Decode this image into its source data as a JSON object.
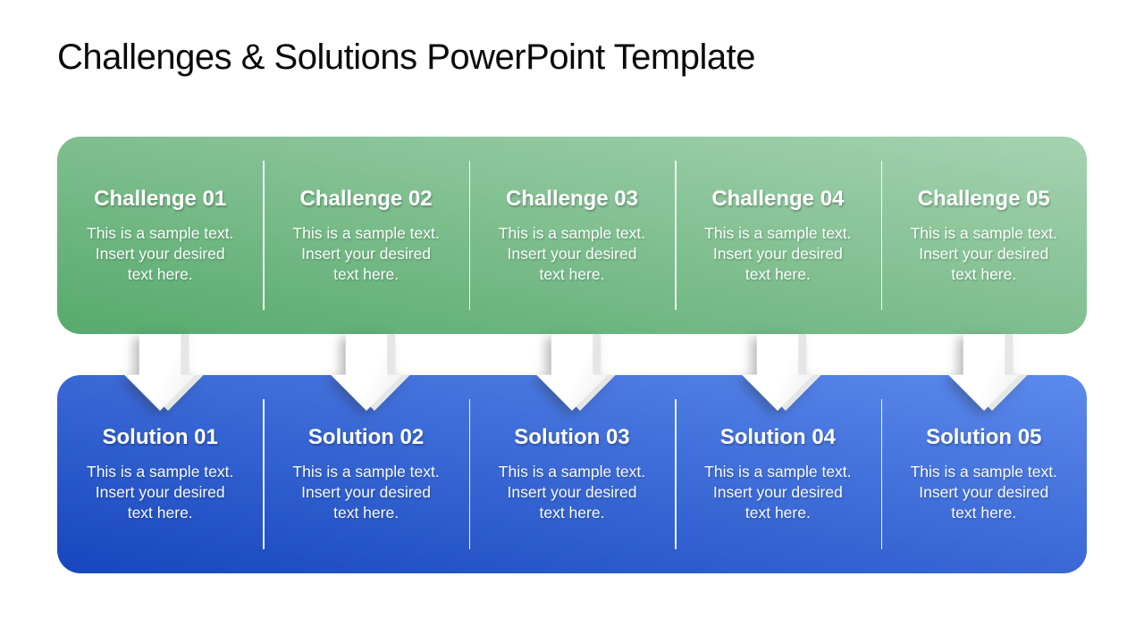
{
  "title": "Challenges & Solutions PowerPoint Template",
  "colors": {
    "title_text": "#0a0a0a",
    "green_gradient_start": "#57aa6d",
    "green_gradient_end": "#a6d3b1",
    "blue_gradient_start": "#1746bd",
    "blue_gradient_end": "#5c8aed",
    "panel_text": "#ffffff"
  },
  "challenges": [
    {
      "label": "Challenge 01",
      "body": "This is a sample text.\nInsert your desired\ntext here."
    },
    {
      "label": "Challenge 02",
      "body": "This is a sample text.\nInsert your desired\ntext here."
    },
    {
      "label": "Challenge 03",
      "body": "This is a sample text.\nInsert your desired\ntext here."
    },
    {
      "label": "Challenge 04",
      "body": "This is a sample text.\nInsert your desired\ntext here."
    },
    {
      "label": "Challenge 05",
      "body": "This is a sample text.\nInsert your desired\ntext here."
    }
  ],
  "solutions": [
    {
      "label": "Solution 01",
      "body": "This is a sample text.\nInsert your desired\ntext here."
    },
    {
      "label": "Solution 02",
      "body": "This is a sample text.\nInsert your desired\ntext here."
    },
    {
      "label": "Solution 03",
      "body": "This is a sample text.\nInsert your desired\ntext here."
    },
    {
      "label": "Solution 04",
      "body": "This is a sample text.\nInsert your desired\ntext here."
    },
    {
      "label": "Solution 05",
      "body": "This is a sample text.\nInsert your desired\ntext here."
    }
  ]
}
